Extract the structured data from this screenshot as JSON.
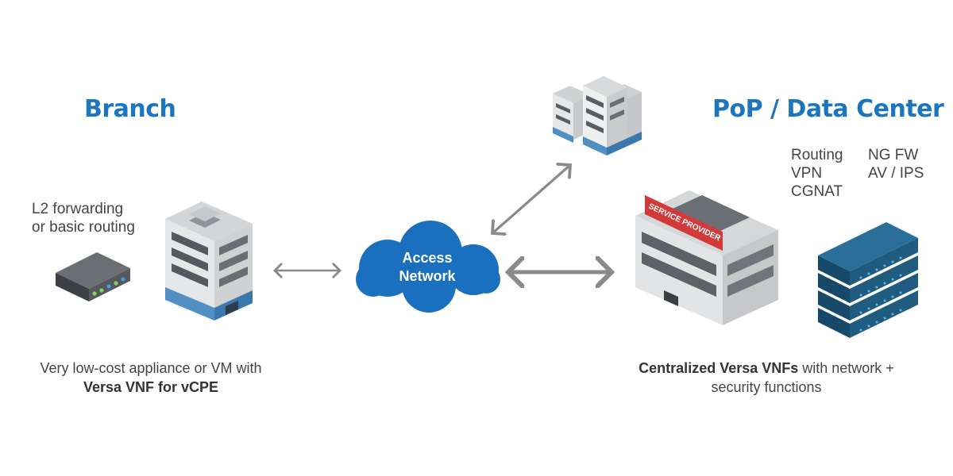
{
  "branch": {
    "title": "Branch",
    "device_label_line1": "L2 forwarding",
    "device_label_line2": "or basic routing",
    "caption_line1": "Very low-cost appliance or VM with",
    "caption_line2": "Versa VNF for vCPE"
  },
  "cloud": {
    "line1": "Access",
    "line2": "Network"
  },
  "datacenter": {
    "title": "PoP / Data Center",
    "functions_col1": [
      "Routing",
      "VPN",
      "CGNAT"
    ],
    "functions_col2": [
      "NG FW",
      "AV / IPS"
    ],
    "sign_text": "SERVICE PROVIDER",
    "caption_bold": "Centralized Versa VNFs",
    "caption_rest": " with network +",
    "caption_line2": "security functions"
  },
  "colors": {
    "heading": "#1b76bf",
    "cloud": "#1a6fbf",
    "arrow": "#8a8a8a",
    "building_gray": "#d9dadb",
    "building_blue": "#4f8fc4",
    "server": "#1f5c80",
    "sign_red": "#d23a3a"
  }
}
